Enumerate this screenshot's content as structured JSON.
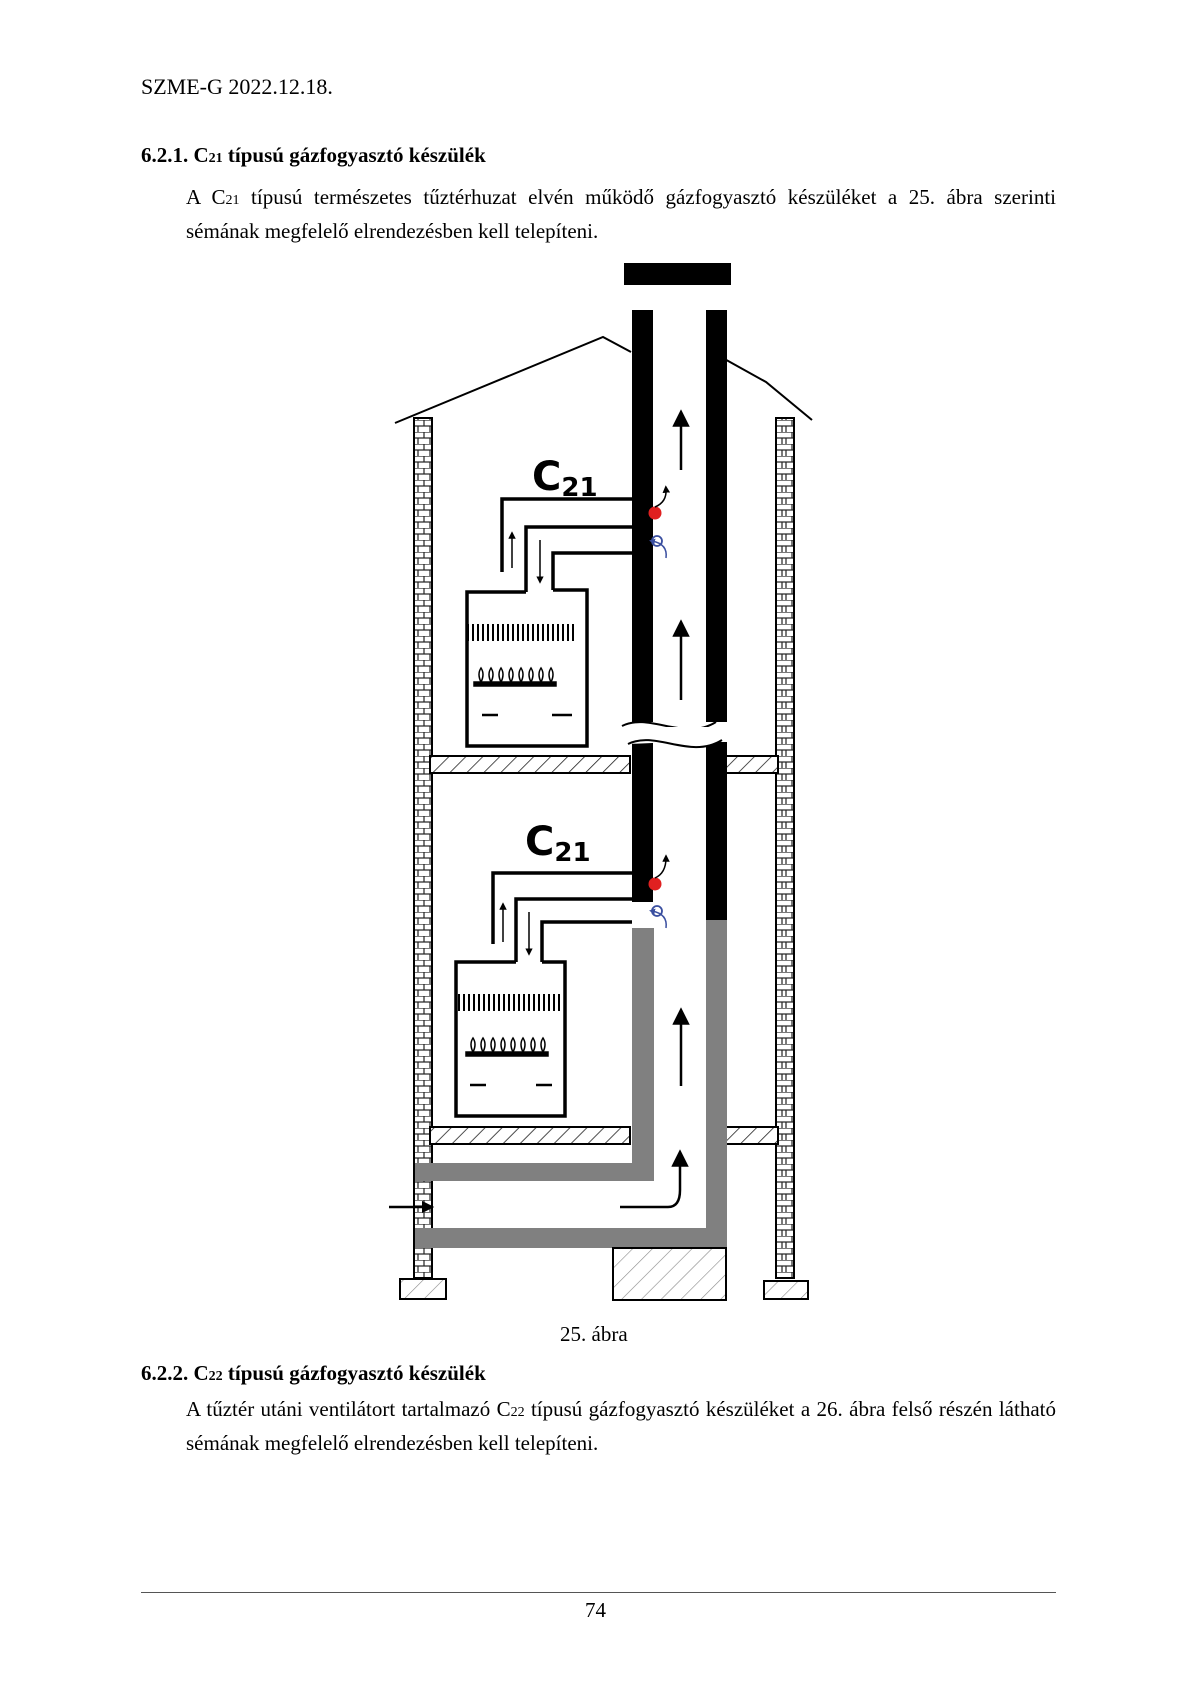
{
  "header": {
    "doc_ref": "SZME-G 2022.12.18."
  },
  "section1": {
    "number": "6.2.1.",
    "heading_prefix": "C",
    "heading_sub": "21",
    "heading_suffix": " típusú gázfogyasztó készülék",
    "para_start": "A C",
    "para_sub": "21",
    "para_rest": " típusú természetes tűztérhuzat elvén működő gázfogyasztó készüléket a 25. ábra szerinti sémának megfelelő elrendezésben kell telepíteni."
  },
  "figure": {
    "label_upper_main": "C",
    "label_upper_sub": "21",
    "label_lower_main": "C",
    "label_lower_sub": "21",
    "caption": "25. ábra"
  },
  "section2": {
    "number": "6.2.2.",
    "heading_prefix": "C",
    "heading_sub": "22",
    "heading_suffix": " típusú gázfogyasztó készülék",
    "para_start": "A tűztér utáni ventilátort tartalmazó C",
    "para_sub": "22",
    "para_rest": " típusú gázfogyasztó készüléket a 26. ábra felső részén látható sémának megfelelő elrendezésben kell telepíteni."
  },
  "footer": {
    "page_number": "74"
  },
  "colors": {
    "flue_black": "#000000",
    "duct_gray": "#808080",
    "marker_red": "#e02020",
    "marker_blue": "#3a4fa0"
  }
}
